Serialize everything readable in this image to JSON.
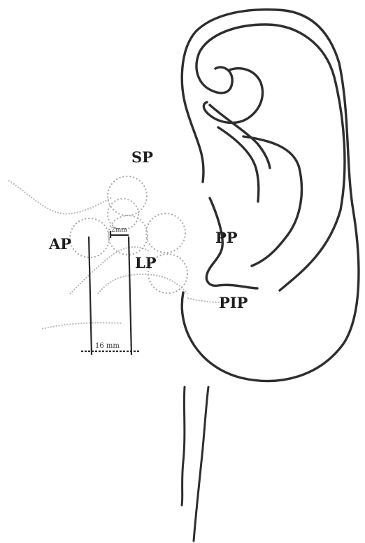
{
  "labels": {
    "sp": "SP",
    "ap": "AP",
    "lp": "LP",
    "pp": "PP",
    "pip": "PIP",
    "dim_small": "2mm",
    "dim_large": "16 mm"
  },
  "colors": {
    "ink": "#2a2a2a",
    "dotted": "#b0b0b0"
  }
}
